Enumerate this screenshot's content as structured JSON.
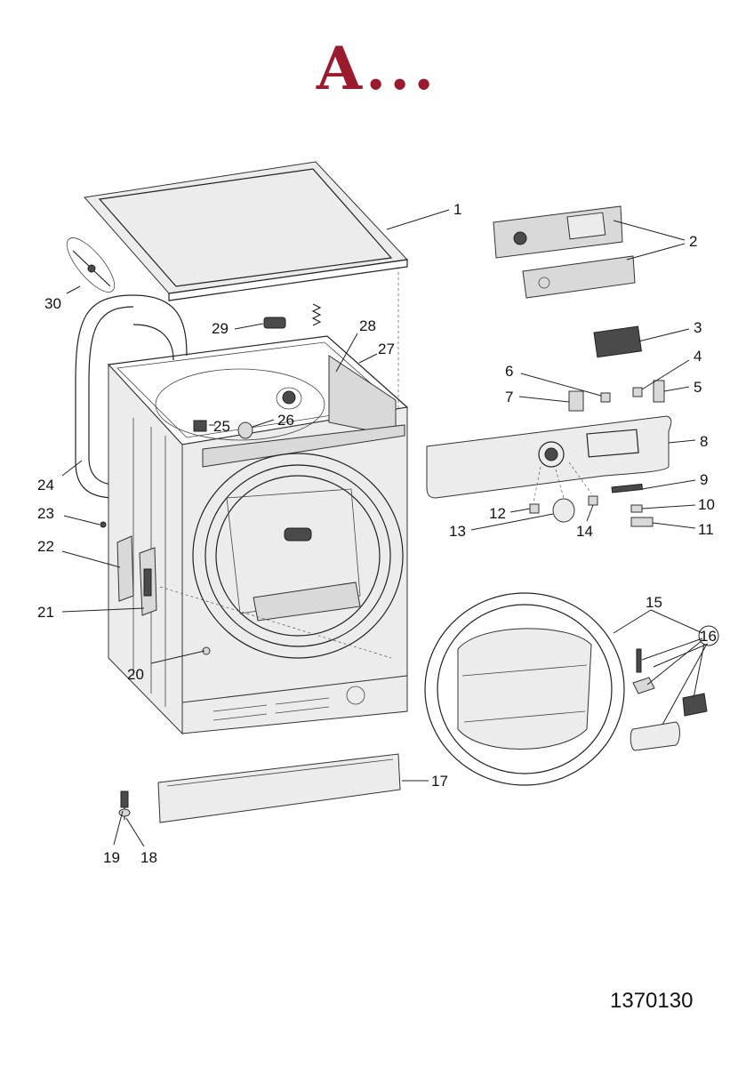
{
  "header": {
    "title": "A..."
  },
  "footer": {
    "document_number": "1370130"
  },
  "diagram": {
    "callouts": [
      "1",
      "2",
      "3",
      "4",
      "5",
      "6",
      "7",
      "8",
      "9",
      "10",
      "11",
      "12",
      "13",
      "14",
      "15",
      "16",
      "17",
      "18",
      "19",
      "20",
      "21",
      "22",
      "23",
      "24",
      "25",
      "26",
      "27",
      "28",
      "29",
      "30"
    ]
  }
}
